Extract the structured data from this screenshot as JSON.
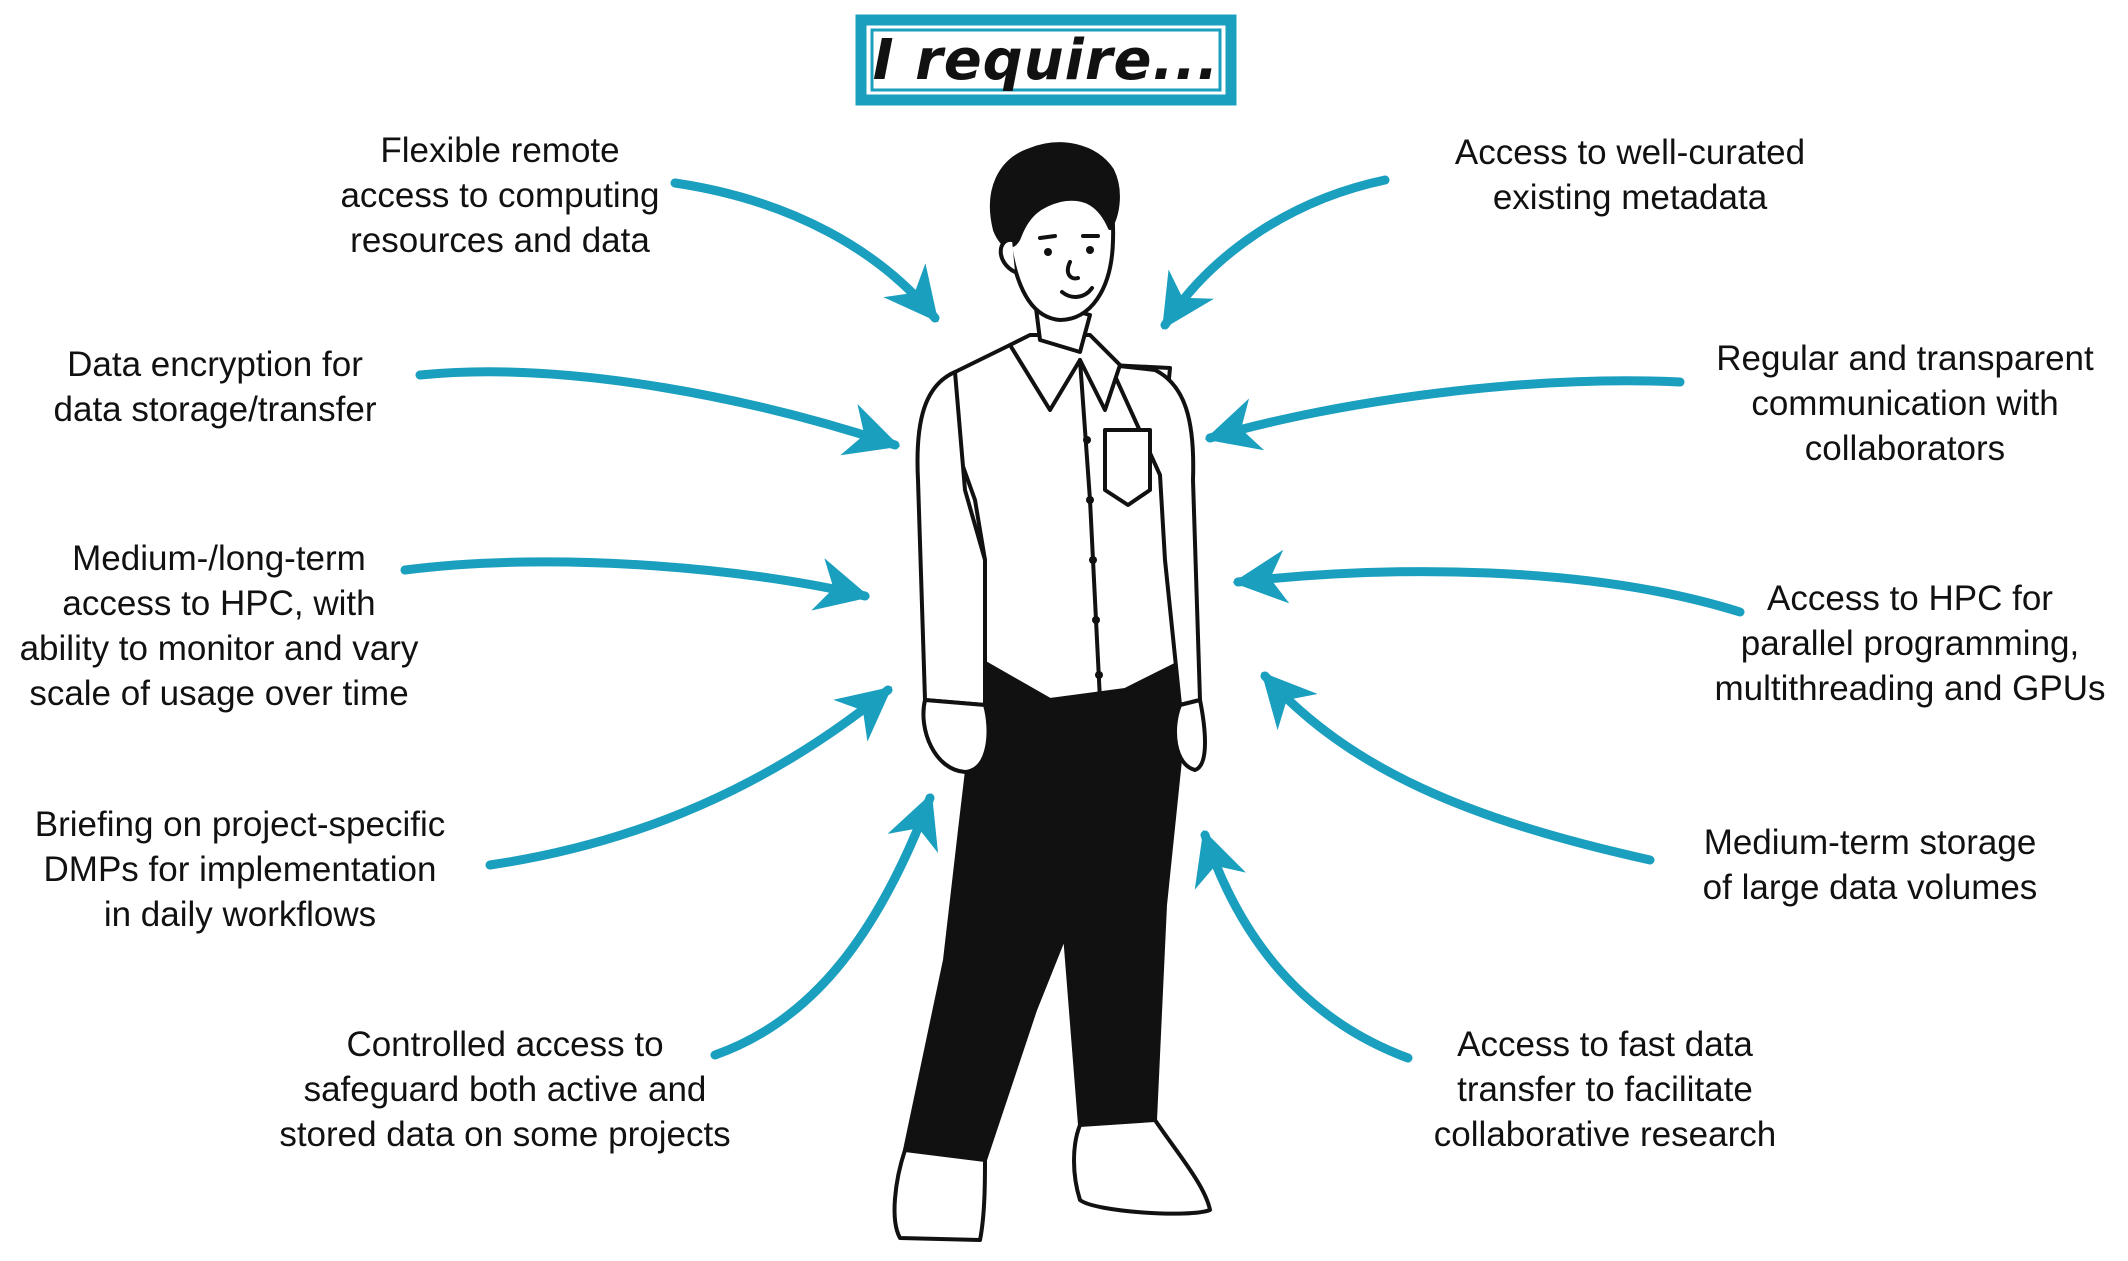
{
  "title": "I require...",
  "colors": {
    "accent": "#1a9fbf",
    "ink": "#111111",
    "figure_fill": "#ffffff"
  },
  "requirements": {
    "remote_access": "Flexible remote\naccess to computing\nresources and data",
    "metadata": "Access to well-curated\nexisting metadata",
    "encryption": "Data encryption for\ndata storage/transfer",
    "communication": "Regular and transparent\ncommunication with\ncollaborators",
    "hpc_long_term": "Medium-/long-term\naccess to HPC, with\nability to monitor and vary\nscale of usage over time",
    "hpc_parallel": "Access to HPC for\nparallel programming,\nmultithreading and GPUs",
    "dmp_briefing": "Briefing on project-specific\nDMPs for implementation\nin daily workflows",
    "storage": "Medium-term storage\nof  large data volumes",
    "controlled_access": "Controlled access to\nsafeguard both active and\nstored data on some projects",
    "fast_transfer": "Access to fast data\ntransfer to facilitate\ncollaborative research"
  }
}
